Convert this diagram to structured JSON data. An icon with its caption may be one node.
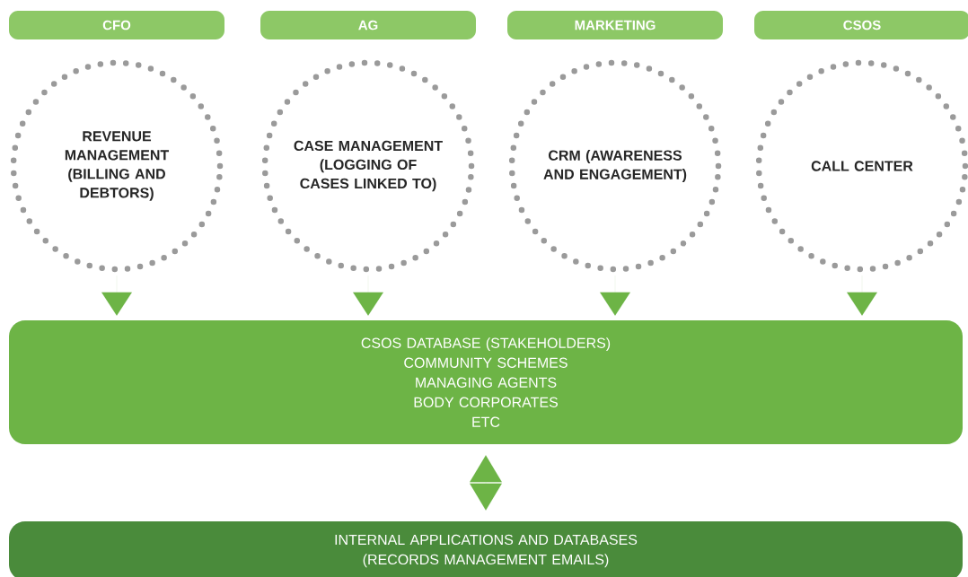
{
  "diagram": {
    "nodes": [
      {
        "text": [
          "CFO"
        ]
      },
      {
        "text": [
          "AG"
        ]
      },
      {
        "text": [
          "MARKETING"
        ]
      },
      {
        "text": [
          "CSOS"
        ]
      },
      {
        "text": [
          "REVENUE MANAGEMENT (BILLING AND DEBTORS)"
        ]
      },
      {
        "text": [
          "CASE MANAGEMENT (LOGGING OF CASES LINKED TO)"
        ]
      },
      {
        "text": [
          "CRM (AWARENESS AND ENGAGEMENT)"
        ]
      },
      {
        "text": [
          "CALL CENTER"
        ]
      },
      {
        "text": [
          "CSOS DATABASE (STAKEHOLDERS)",
          "COMMUNITY  SCHEMES",
          "MANAGING AGENTS",
          "BODY CORPORATES",
          "ETC"
        ]
      },
      {
        "text": [
          "INTERNAL APPLICATIONS AND DATABASES",
          "(RECORDS MANAGEMENT EMAILS)"
        ]
      }
    ],
    "edges": [
      {
        "from": 4,
        "to": 8,
        "arrow": "to"
      },
      {
        "from": 5,
        "to": 8,
        "arrow": "to"
      },
      {
        "from": 6,
        "to": 8,
        "arrow": "to"
      },
      {
        "from": 7,
        "to": 8,
        "arrow": "to"
      },
      {
        "from": 8,
        "to": 9,
        "arrow": "both"
      }
    ]
  }
}
